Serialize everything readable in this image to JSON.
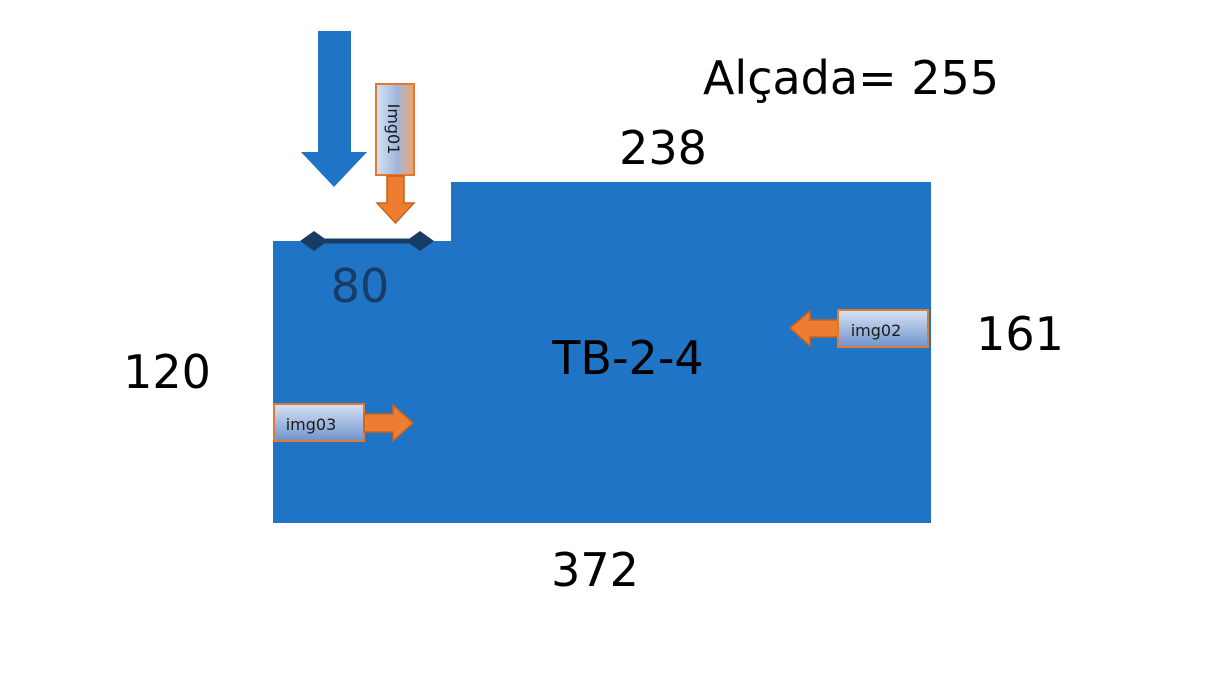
{
  "title": "Alçada= 255",
  "plan": {
    "name": "TB-2-4",
    "fill": "#1f74c6",
    "dimensions": {
      "top": "238",
      "bottom": "372",
      "left": "120",
      "right": "161",
      "notch": "80"
    }
  },
  "markers": {
    "img01": {
      "label": "Img01",
      "direction": "down"
    },
    "img02": {
      "label": "img02",
      "direction": "left"
    },
    "img03": {
      "label": "img03",
      "direction": "right"
    }
  },
  "colors": {
    "shape": "#1f74c6",
    "entry_arrow": "#1f74c6",
    "marker_arrow": "#ed7d31",
    "notch_dimension": "#173c66"
  },
  "icons": {
    "entry": "down-arrow-icon"
  }
}
